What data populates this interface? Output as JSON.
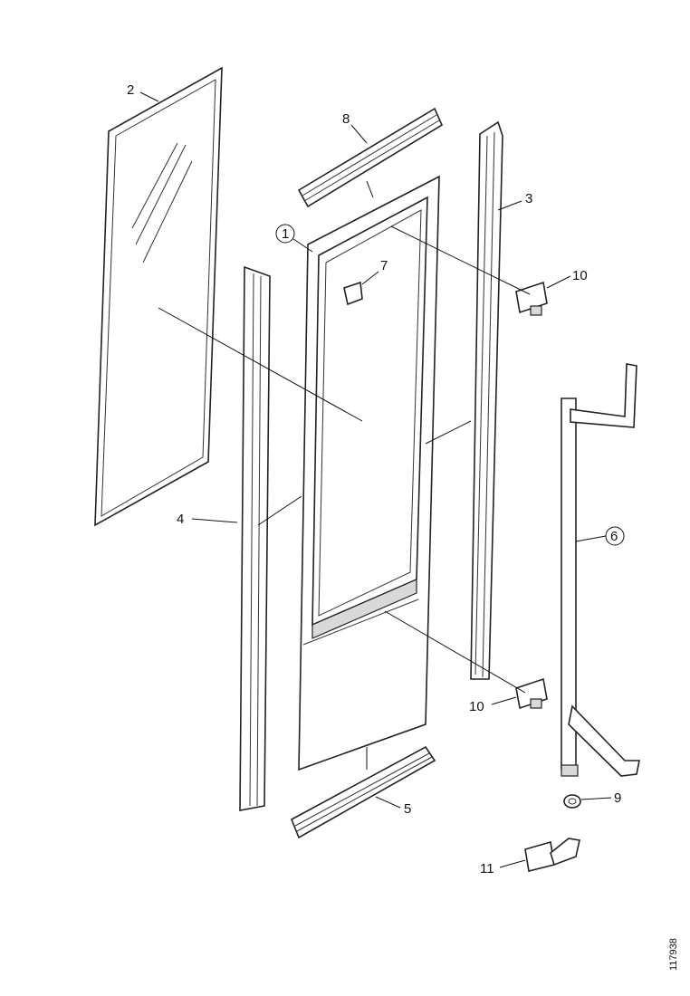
{
  "diagram": {
    "callouts": {
      "c1": "1",
      "c2": "2",
      "c3": "3",
      "c4": "4",
      "c5": "5",
      "c6": "6",
      "c7": "7",
      "c8": "8",
      "c9": "9",
      "c10a": "10",
      "c10b": "10",
      "c11": "11"
    },
    "drawing_number": "117938"
  }
}
